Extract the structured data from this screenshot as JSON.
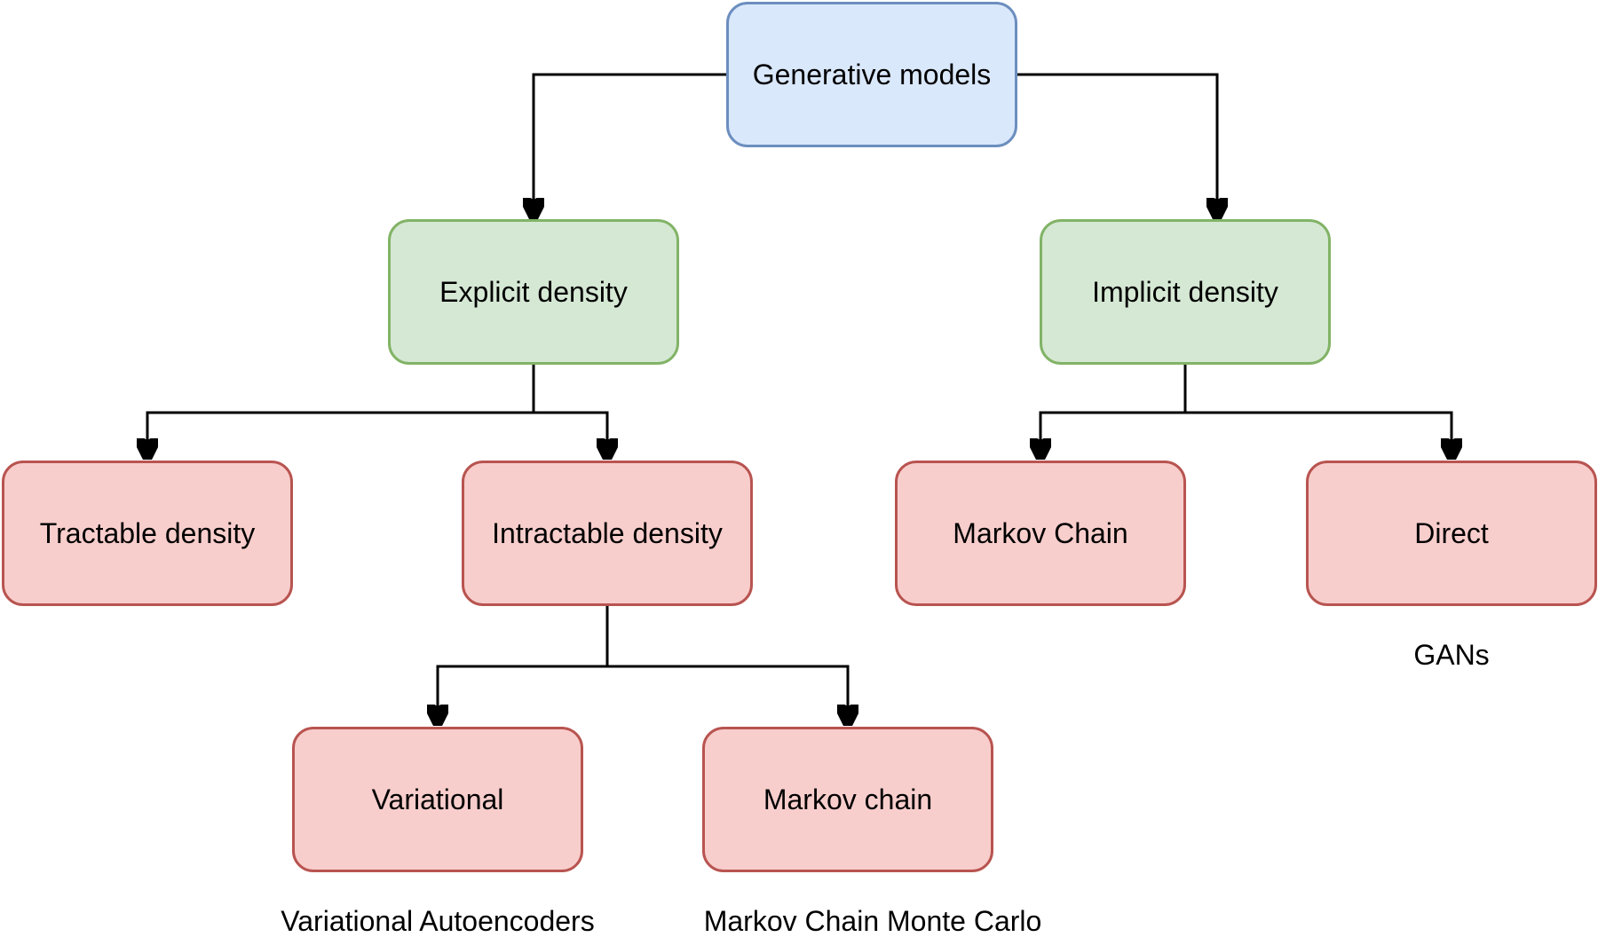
{
  "diagram": {
    "nodes": {
      "generative_models": "Generative models",
      "explicit_density": "Explicit density",
      "implicit_density": "Implicit density",
      "tractable_density": "Tractable density",
      "intractable_density": "Intractable density",
      "markov_chain_implicit": "Markov Chain",
      "direct": "Direct",
      "variational": "Variational",
      "markov_chain_explicit": "Markov chain"
    },
    "captions": {
      "gans": "GANs",
      "variational_autoencoders": "Variational Autoencoders",
      "mcmc": "Markov Chain Monte Carlo"
    },
    "colors": {
      "root_fill": "#dae8fc",
      "root_stroke": "#6c8ebf",
      "mid_fill": "#d5e8d4",
      "mid_stroke": "#82b366",
      "leaf_fill": "#f8cecc",
      "leaf_stroke": "#b85450",
      "edge": "#000000"
    }
  }
}
